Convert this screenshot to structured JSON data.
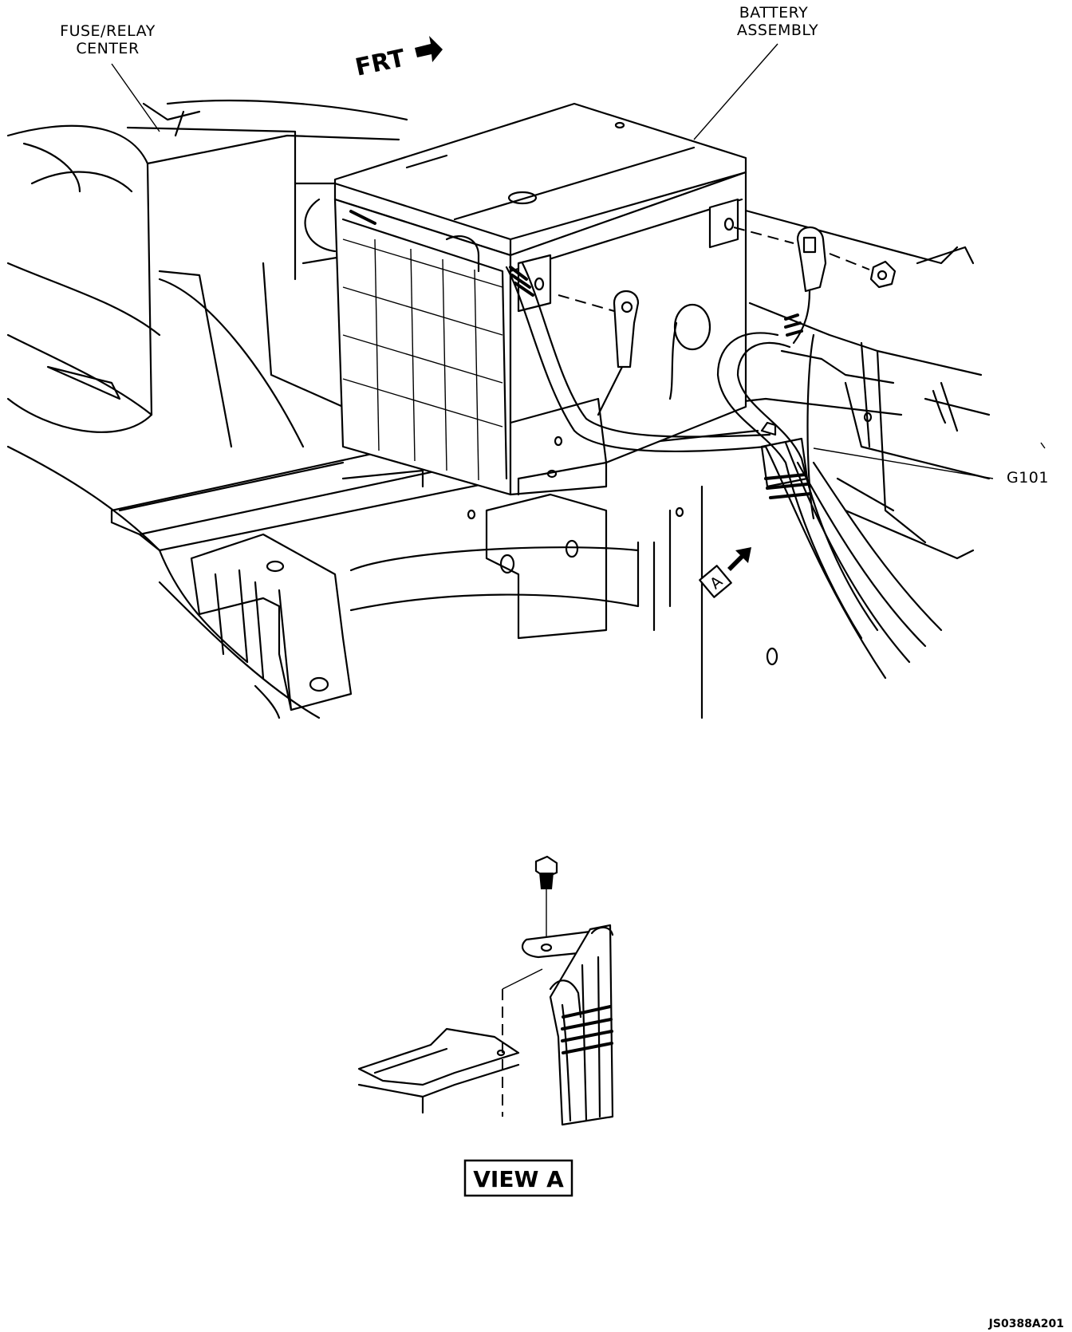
{
  "labels": {
    "fuse_relay_line1": "FUSE/RELAY",
    "fuse_relay_line2": "CENTER",
    "battery_line1": "BATTERY",
    "battery_line2": "ASSEMBLY",
    "front": "FRT",
    "ground": "G101",
    "view_marker": "A",
    "view_title": "VIEW A",
    "drawing_code": "JS0388A201"
  },
  "icons": {
    "front_arrow": "arrow-right-icon",
    "view_arrow": "arrow-up-right-icon"
  }
}
